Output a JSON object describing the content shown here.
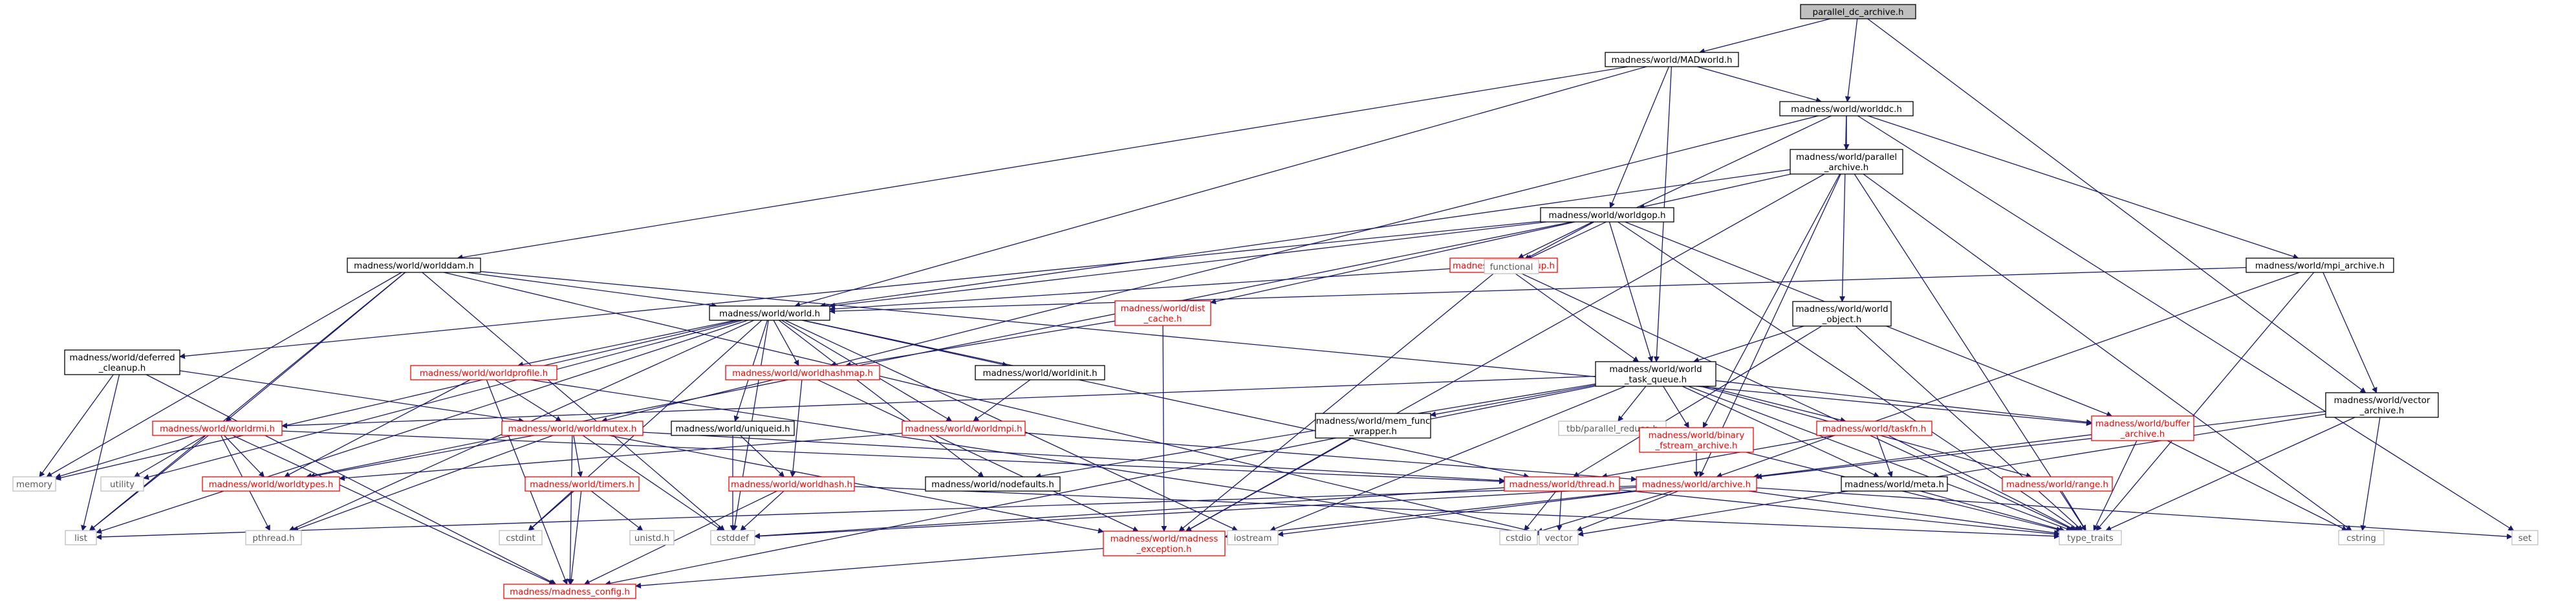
{
  "colors": {
    "normal_text": "#000000",
    "linked_text": "#ff0000",
    "system_text": "#5a5a5a",
    "normal_border": "#000000",
    "linked_border": "#ff0000",
    "system_border": "#c0c0c0",
    "root_fill": "#bfbfbf",
    "edge": "#191970"
  },
  "nodes": [
    {
      "id": "root",
      "lines": [
        "parallel_dc_archive.h"
      ],
      "kind": "root"
    },
    {
      "id": "madworld",
      "lines": [
        "madness/world/MADworld.h"
      ],
      "kind": "normal"
    },
    {
      "id": "worlddc",
      "lines": [
        "madness/world/worlddc.h"
      ],
      "kind": "normal"
    },
    {
      "id": "parallel_archive",
      "lines": [
        "madness/world/parallel",
        "_archive.h"
      ],
      "kind": "normal"
    },
    {
      "id": "worldgop",
      "lines": [
        "madness/world/worldgop.h"
      ],
      "kind": "normal"
    },
    {
      "id": "worlddam",
      "lines": [
        "madness/world/worlddam.h"
      ],
      "kind": "normal"
    },
    {
      "id": "mpi_archive",
      "lines": [
        "madness/world/mpi_archive.h"
      ],
      "kind": "normal"
    },
    {
      "id": "group",
      "lines": [
        "madness/world/group.h"
      ],
      "kind": "linked"
    },
    {
      "id": "functional",
      "lines": [
        "functional"
      ],
      "kind": "system"
    },
    {
      "id": "world",
      "lines": [
        "madness/world/world.h"
      ],
      "kind": "normal"
    },
    {
      "id": "dist_cache",
      "lines": [
        "madness/world/dist",
        "_cache.h"
      ],
      "kind": "linked"
    },
    {
      "id": "world_object",
      "lines": [
        "madness/world/world",
        "_object.h"
      ],
      "kind": "normal"
    },
    {
      "id": "deferred_cleanup",
      "lines": [
        "madness/world/deferred",
        "_cleanup.h"
      ],
      "kind": "normal"
    },
    {
      "id": "worldprofile",
      "lines": [
        "madness/world/worldprofile.h"
      ],
      "kind": "linked"
    },
    {
      "id": "worldhashmap",
      "lines": [
        "madness/world/worldhashmap.h"
      ],
      "kind": "linked"
    },
    {
      "id": "worldinit",
      "lines": [
        "madness/world/worldinit.h"
      ],
      "kind": "normal"
    },
    {
      "id": "world_task_queue",
      "lines": [
        "madness/world/world",
        "_task_queue.h"
      ],
      "kind": "normal"
    },
    {
      "id": "vector_archive",
      "lines": [
        "madness/world/vector",
        "_archive.h"
      ],
      "kind": "normal"
    },
    {
      "id": "worldrmi",
      "lines": [
        "madness/world/worldrmi.h"
      ],
      "kind": "linked"
    },
    {
      "id": "worldmutex",
      "lines": [
        "madness/world/worldmutex.h"
      ],
      "kind": "linked"
    },
    {
      "id": "uniqueid",
      "lines": [
        "madness/world/uniqueid.h"
      ],
      "kind": "normal"
    },
    {
      "id": "worldmpi",
      "lines": [
        "madness/world/worldmpi.h"
      ],
      "kind": "linked"
    },
    {
      "id": "mem_func_wrapper",
      "lines": [
        "madness/world/mem_func",
        "_wrapper.h"
      ],
      "kind": "normal"
    },
    {
      "id": "parallel_reduce",
      "lines": [
        "tbb/parallel_reduce.h"
      ],
      "kind": "system"
    },
    {
      "id": "binary_fstream",
      "lines": [
        "madness/world/binary",
        "_fstream_archive.h"
      ],
      "kind": "linked"
    },
    {
      "id": "taskfn",
      "lines": [
        "madness/world/taskfn.h"
      ],
      "kind": "linked"
    },
    {
      "id": "buffer_archive",
      "lines": [
        "madness/world/buffer",
        "_archive.h"
      ],
      "kind": "linked"
    },
    {
      "id": "memory",
      "lines": [
        "memory"
      ],
      "kind": "system"
    },
    {
      "id": "utility",
      "lines": [
        "utility"
      ],
      "kind": "system"
    },
    {
      "id": "worldtypes",
      "lines": [
        "madness/world/worldtypes.h"
      ],
      "kind": "linked"
    },
    {
      "id": "timers",
      "lines": [
        "madness/world/timers.h"
      ],
      "kind": "linked"
    },
    {
      "id": "worldhash",
      "lines": [
        "madness/world/worldhash.h"
      ],
      "kind": "linked"
    },
    {
      "id": "nodefaults",
      "lines": [
        "madness/world/nodefaults.h"
      ],
      "kind": "normal"
    },
    {
      "id": "thread",
      "lines": [
        "madness/world/thread.h"
      ],
      "kind": "linked"
    },
    {
      "id": "archive",
      "lines": [
        "madness/world/archive.h"
      ],
      "kind": "linked"
    },
    {
      "id": "meta",
      "lines": [
        "madness/world/meta.h"
      ],
      "kind": "normal"
    },
    {
      "id": "range",
      "lines": [
        "madness/world/range.h"
      ],
      "kind": "linked"
    },
    {
      "id": "list",
      "lines": [
        "list"
      ],
      "kind": "system"
    },
    {
      "id": "pthread",
      "lines": [
        "pthread.h"
      ],
      "kind": "system"
    },
    {
      "id": "cstdint",
      "lines": [
        "cstdint"
      ],
      "kind": "system"
    },
    {
      "id": "unistd",
      "lines": [
        "unistd.h"
      ],
      "kind": "system"
    },
    {
      "id": "cstddef",
      "lines": [
        "cstddef"
      ],
      "kind": "system"
    },
    {
      "id": "madness_exception",
      "lines": [
        "madness/world/madness",
        "_exception.h"
      ],
      "kind": "linked"
    },
    {
      "id": "iostream",
      "lines": [
        "iostream"
      ],
      "kind": "system"
    },
    {
      "id": "cstdio",
      "lines": [
        "cstdio"
      ],
      "kind": "system"
    },
    {
      "id": "vector",
      "lines": [
        "vector"
      ],
      "kind": "system"
    },
    {
      "id": "type_traits",
      "lines": [
        "type_traits"
      ],
      "kind": "system"
    },
    {
      "id": "cstring",
      "lines": [
        "cstring"
      ],
      "kind": "system"
    },
    {
      "id": "set",
      "lines": [
        "set"
      ],
      "kind": "system"
    },
    {
      "id": "madness_config",
      "lines": [
        "madness/madness_config.h"
      ],
      "kind": "linked"
    }
  ],
  "edges": [
    [
      "root",
      "madworld"
    ],
    [
      "root",
      "worlddc"
    ],
    [
      "root",
      "vector_archive"
    ],
    [
      "madworld",
      "worlddc"
    ],
    [
      "madworld",
      "worlddam"
    ],
    [
      "madworld",
      "worldgop"
    ],
    [
      "madworld",
      "world"
    ],
    [
      "madworld",
      "world_task_queue"
    ],
    [
      "worlddc",
      "parallel_archive"
    ],
    [
      "worlddc",
      "worldhashmap"
    ],
    [
      "worlddc",
      "world_object"
    ],
    [
      "worlddc",
      "mpi_archive"
    ],
    [
      "worlddc",
      "functional"
    ],
    [
      "worlddc",
      "set"
    ],
    [
      "parallel_archive",
      "worldgop"
    ],
    [
      "parallel_archive",
      "world"
    ],
    [
      "parallel_archive",
      "binary_fstream"
    ],
    [
      "parallel_archive",
      "archive"
    ],
    [
      "parallel_archive",
      "madness_exception"
    ],
    [
      "parallel_archive",
      "type_traits"
    ],
    [
      "parallel_archive",
      "cstring"
    ],
    [
      "worldgop",
      "functional"
    ],
    [
      "worldgop",
      "type_traits"
    ],
    [
      "worldgop",
      "world"
    ],
    [
      "worldgop",
      "deferred_cleanup"
    ],
    [
      "worldgop",
      "world_task_queue"
    ],
    [
      "worldgop",
      "group"
    ],
    [
      "worldgop",
      "dist_cache"
    ],
    [
      "worldgop",
      "buffer_archive"
    ],
    [
      "worldgop",
      "worldtypes"
    ],
    [
      "worlddam",
      "world"
    ],
    [
      "worlddam",
      "worldrmi"
    ],
    [
      "worlddam",
      "memory"
    ],
    [
      "worlddam",
      "buffer_archive"
    ],
    [
      "worlddam",
      "list"
    ],
    [
      "worlddam",
      "cstddef"
    ],
    [
      "worlddam",
      "vector"
    ],
    [
      "mpi_archive",
      "world"
    ],
    [
      "mpi_archive",
      "archive"
    ],
    [
      "mpi_archive",
      "vector_archive"
    ],
    [
      "mpi_archive",
      "type_traits"
    ],
    [
      "group",
      "world_task_queue"
    ],
    [
      "group",
      "madness_exception"
    ],
    [
      "group",
      "world"
    ],
    [
      "group",
      "type_traits"
    ],
    [
      "world",
      "worldprofile"
    ],
    [
      "world",
      "worldhashmap"
    ],
    [
      "world",
      "worldinit"
    ],
    [
      "world",
      "uniqueid"
    ],
    [
      "world",
      "worldmpi"
    ],
    [
      "world",
      "nodefaults"
    ],
    [
      "world",
      "thread"
    ],
    [
      "world",
      "cstddef"
    ],
    [
      "world",
      "cstdint"
    ],
    [
      "world",
      "list"
    ],
    [
      "world",
      "memory"
    ],
    [
      "world",
      "utility"
    ],
    [
      "world",
      "iostream"
    ],
    [
      "world",
      "pthread"
    ],
    [
      "dist_cache",
      "worldhashmap"
    ],
    [
      "dist_cache",
      "madness_exception"
    ],
    [
      "world_object",
      "world_task_queue"
    ],
    [
      "world_object",
      "thread"
    ],
    [
      "world_object",
      "type_traits"
    ],
    [
      "deferred_cleanup",
      "worldmutex"
    ],
    [
      "deferred_cleanup",
      "memory"
    ],
    [
      "deferred_cleanup",
      "list"
    ],
    [
      "deferred_cleanup",
      "madness_config"
    ],
    [
      "worldprofile",
      "worldmutex"
    ],
    [
      "worldprofile",
      "worldtypes"
    ],
    [
      "worldprofile",
      "madness_config"
    ],
    [
      "worldprofile",
      "vector"
    ],
    [
      "worldhashmap",
      "worldmutex"
    ],
    [
      "worldhashmap",
      "worldhash"
    ],
    [
      "worldhashmap",
      "madness_exception"
    ],
    [
      "worldinit",
      "worldmpi"
    ],
    [
      "world_task_queue",
      "mem_func_wrapper"
    ],
    [
      "world_task_queue",
      "parallel_reduce"
    ],
    [
      "world_task_queue",
      "binary_fstream"
    ],
    [
      "world_task_queue",
      "taskfn"
    ],
    [
      "world_task_queue",
      "buffer_archive"
    ],
    [
      "world_task_queue",
      "range"
    ],
    [
      "world_task_queue",
      "meta"
    ],
    [
      "world_task_queue",
      "nodefaults"
    ],
    [
      "world_task_queue",
      "worldrmi"
    ],
    [
      "world_task_queue",
      "iostream"
    ],
    [
      "world_task_queue",
      "madness_config"
    ],
    [
      "world_task_queue",
      "type_traits"
    ],
    [
      "vector_archive",
      "archive"
    ],
    [
      "vector_archive",
      "vector"
    ],
    [
      "vector_archive",
      "cstring"
    ],
    [
      "vector_archive",
      "type_traits"
    ],
    [
      "worldrmi",
      "worldtypes"
    ],
    [
      "worldrmi",
      "utility"
    ],
    [
      "worldrmi",
      "memory"
    ],
    [
      "worldrmi",
      "list"
    ],
    [
      "worldrmi",
      "pthread"
    ],
    [
      "worldrmi",
      "thread"
    ],
    [
      "worldrmi",
      "madness_config"
    ],
    [
      "worldmutex",
      "timers"
    ],
    [
      "worldmutex",
      "worldtypes"
    ],
    [
      "worldmutex",
      "madness_exception"
    ],
    [
      "worldmutex",
      "pthread"
    ],
    [
      "worldmutex",
      "madness_config"
    ],
    [
      "worldmutex",
      "thread"
    ],
    [
      "worldmutex",
      "cstddef"
    ],
    [
      "uniqueid",
      "worldhash"
    ],
    [
      "uniqueid",
      "cstddef"
    ],
    [
      "worldmpi",
      "worldtypes"
    ],
    [
      "worldmpi",
      "archive"
    ],
    [
      "mem_func_wrapper",
      "madness_exception"
    ],
    [
      "binary_fstream",
      "archive"
    ],
    [
      "binary_fstream",
      "type_traits"
    ],
    [
      "taskfn",
      "thread"
    ],
    [
      "taskfn",
      "meta"
    ],
    [
      "taskfn",
      "type_traits"
    ],
    [
      "buffer_archive",
      "archive"
    ],
    [
      "buffer_archive",
      "type_traits"
    ],
    [
      "buffer_archive",
      "cstring"
    ],
    [
      "timers",
      "unistd"
    ],
    [
      "timers",
      "cstdint"
    ],
    [
      "timers",
      "madness_config"
    ],
    [
      "worldhash",
      "cstddef"
    ],
    [
      "worldhash",
      "type_traits"
    ],
    [
      "worldhash",
      "madness_config"
    ],
    [
      "thread",
      "cstdio"
    ],
    [
      "thread",
      "vector"
    ],
    [
      "thread",
      "cstddef"
    ],
    [
      "thread",
      "type_traits"
    ],
    [
      "archive",
      "type_traits"
    ],
    [
      "archive",
      "list"
    ],
    [
      "archive",
      "iostream"
    ],
    [
      "archive",
      "cstdio"
    ],
    [
      "archive",
      "vector"
    ],
    [
      "archive",
      "set"
    ],
    [
      "archive",
      "cstddef"
    ],
    [
      "archive",
      "madness_exception"
    ],
    [
      "meta",
      "type_traits"
    ],
    [
      "range",
      "type_traits"
    ],
    [
      "madness_exception",
      "madness_config"
    ]
  ]
}
